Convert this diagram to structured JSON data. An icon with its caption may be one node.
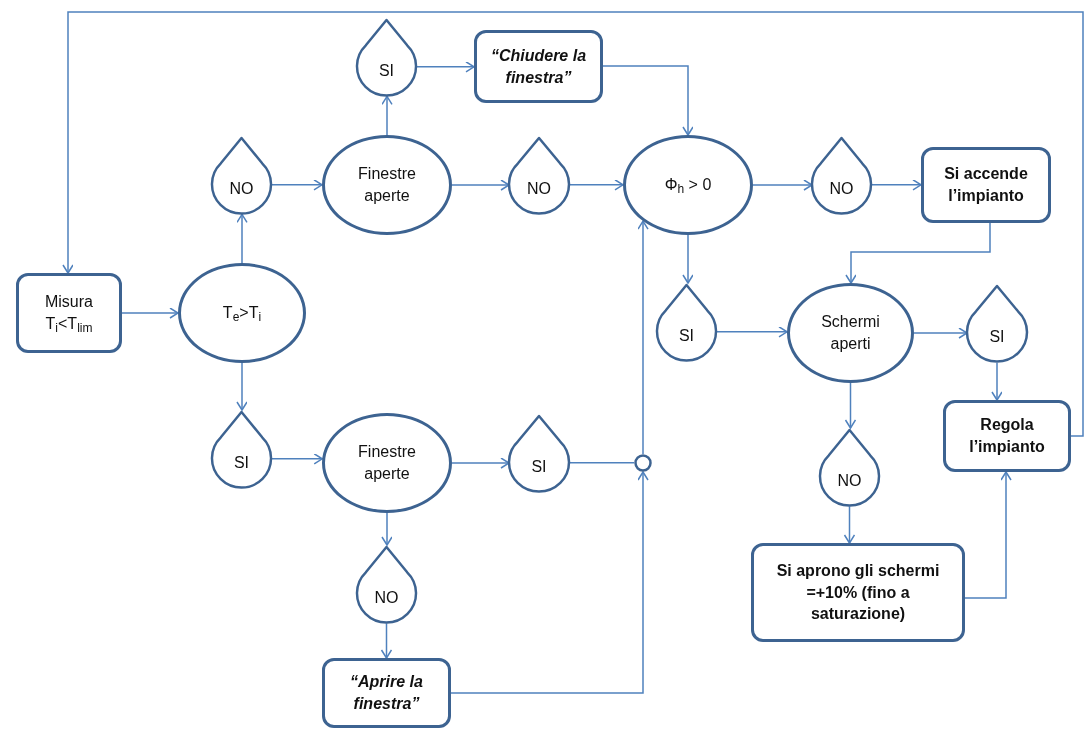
{
  "diagram": {
    "nodes": [
      {
        "text": [
          "Misura T$_{i}$<T$_{lim}$"
        ]
      },
      {
        "text": [
          "T$_{e}$>T$_{i}$"
        ]
      },
      {
        "text": [
          "NO"
        ]
      },
      {
        "text": [
          "Finestre aperte"
        ]
      },
      {
        "text": [
          "SI"
        ]
      },
      {
        "text": [
          "“Chiudere la finestra”"
        ]
      },
      {
        "text": [
          "NO"
        ]
      },
      {
        "text": [
          "Φ$_{h}$ > 0"
        ]
      },
      {
        "text": [
          "NO"
        ]
      },
      {
        "text": [
          "Si accende l’impianto"
        ]
      },
      {
        "text": [
          "SI"
        ]
      },
      {
        "text": [
          "Schermi aperti"
        ]
      },
      {
        "text": [
          "SI"
        ]
      },
      {
        "text": [
          "SI"
        ]
      },
      {
        "text": [
          "Finestre aperte"
        ]
      },
      {
        "text": [
          "SI"
        ]
      },
      {
        "text": [],
        "shape": "circle"
      },
      {
        "text": [
          "NO"
        ]
      },
      {
        "text": [
          "“Aprire la finestra”"
        ]
      },
      {
        "text": [
          "NO"
        ]
      },
      {
        "text": [
          "Regola l’impianto"
        ]
      },
      {
        "text": [
          "Si aprono gli schermi =+10% (fino a saturazione)"
        ]
      }
    ],
    "edges": [
      {
        "from": 20,
        "to": 0,
        "arrow": "to"
      },
      {
        "from": 0,
        "to": 1,
        "arrow": "to"
      },
      {
        "from": 1,
        "to": 2,
        "arrow": "to"
      },
      {
        "from": 2,
        "to": 3,
        "arrow": "to"
      },
      {
        "from": 3,
        "to": 4,
        "arrow": "to"
      },
      {
        "from": 4,
        "to": 5,
        "arrow": "to"
      },
      {
        "from": 5,
        "to": 7,
        "arrow": "to"
      },
      {
        "from": 3,
        "to": 6,
        "arrow": "to"
      },
      {
        "from": 6,
        "to": 7,
        "arrow": "to"
      },
      {
        "from": 7,
        "to": 8,
        "arrow": "to"
      },
      {
        "from": 8,
        "to": 9,
        "arrow": "to"
      },
      {
        "from": 9,
        "to": 11,
        "arrow": "to"
      },
      {
        "from": 7,
        "to": 10,
        "arrow": "to"
      },
      {
        "from": 10,
        "to": 11,
        "arrow": "to"
      },
      {
        "from": 11,
        "to": 12,
        "arrow": "to"
      },
      {
        "from": 12,
        "to": 20,
        "arrow": "to"
      },
      {
        "from": 11,
        "to": 19,
        "arrow": "to"
      },
      {
        "from": 19,
        "to": 21,
        "arrow": "to"
      },
      {
        "from": 21,
        "to": 20,
        "arrow": "to"
      },
      {
        "from": 1,
        "to": 13,
        "arrow": "to"
      },
      {
        "from": 13,
        "to": 14,
        "arrow": "to"
      },
      {
        "from": 14,
        "to": 15,
        "arrow": "to"
      },
      {
        "from": 15,
        "to": 16,
        "arrow": "none"
      },
      {
        "from": 18,
        "to": 16,
        "arrow": "to"
      },
      {
        "from": 16,
        "to": 7,
        "arrow": "to"
      },
      {
        "from": 14,
        "to": 17,
        "arrow": "to"
      },
      {
        "from": 17,
        "to": 18,
        "arrow": "to"
      }
    ]
  }
}
